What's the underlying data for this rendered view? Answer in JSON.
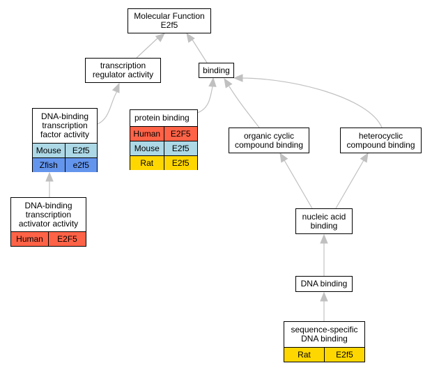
{
  "colors": {
    "human": "#ff6347",
    "mouse": "#add8e6",
    "zfish": "#6495ed",
    "rat": "#ffd700",
    "edge": "#c0c0c0"
  },
  "nodes": {
    "mf_root": {
      "label": "Molecular Function\nE2f5"
    },
    "tra": {
      "label": "transcription\nregulator activity"
    },
    "binding": {
      "label": "binding"
    },
    "dbtfa": {
      "label": "DNA-binding\ntranscription\nfactor activity",
      "rows": [
        {
          "species": "Mouse",
          "gene": "E2f5",
          "color_key": "mouse"
        },
        {
          "species": "Zfish",
          "gene": "e2f5",
          "color_key": "zfish"
        }
      ]
    },
    "protein_binding": {
      "label": "protein binding",
      "rows": [
        {
          "species": "Human",
          "gene": "E2F5",
          "color_key": "human"
        },
        {
          "species": "Mouse",
          "gene": "E2f5",
          "color_key": "mouse"
        },
        {
          "species": "Rat",
          "gene": "E2f5",
          "color_key": "rat"
        }
      ]
    },
    "ocb": {
      "label": "organic cyclic\ncompound binding"
    },
    "hcb": {
      "label": "heterocyclic\ncompound binding"
    },
    "dbtaa": {
      "label": "DNA-binding\ntranscription\nactivator activity",
      "rows": [
        {
          "species": "Human",
          "gene": "E2F5",
          "color_key": "human"
        }
      ]
    },
    "nab": {
      "label": "nucleic acid\nbinding"
    },
    "dna_binding": {
      "label": "DNA binding"
    },
    "ssdb": {
      "label": "sequence-specific\nDNA binding",
      "rows": [
        {
          "species": "Rat",
          "gene": "E2f5",
          "color_key": "rat"
        }
      ]
    }
  }
}
